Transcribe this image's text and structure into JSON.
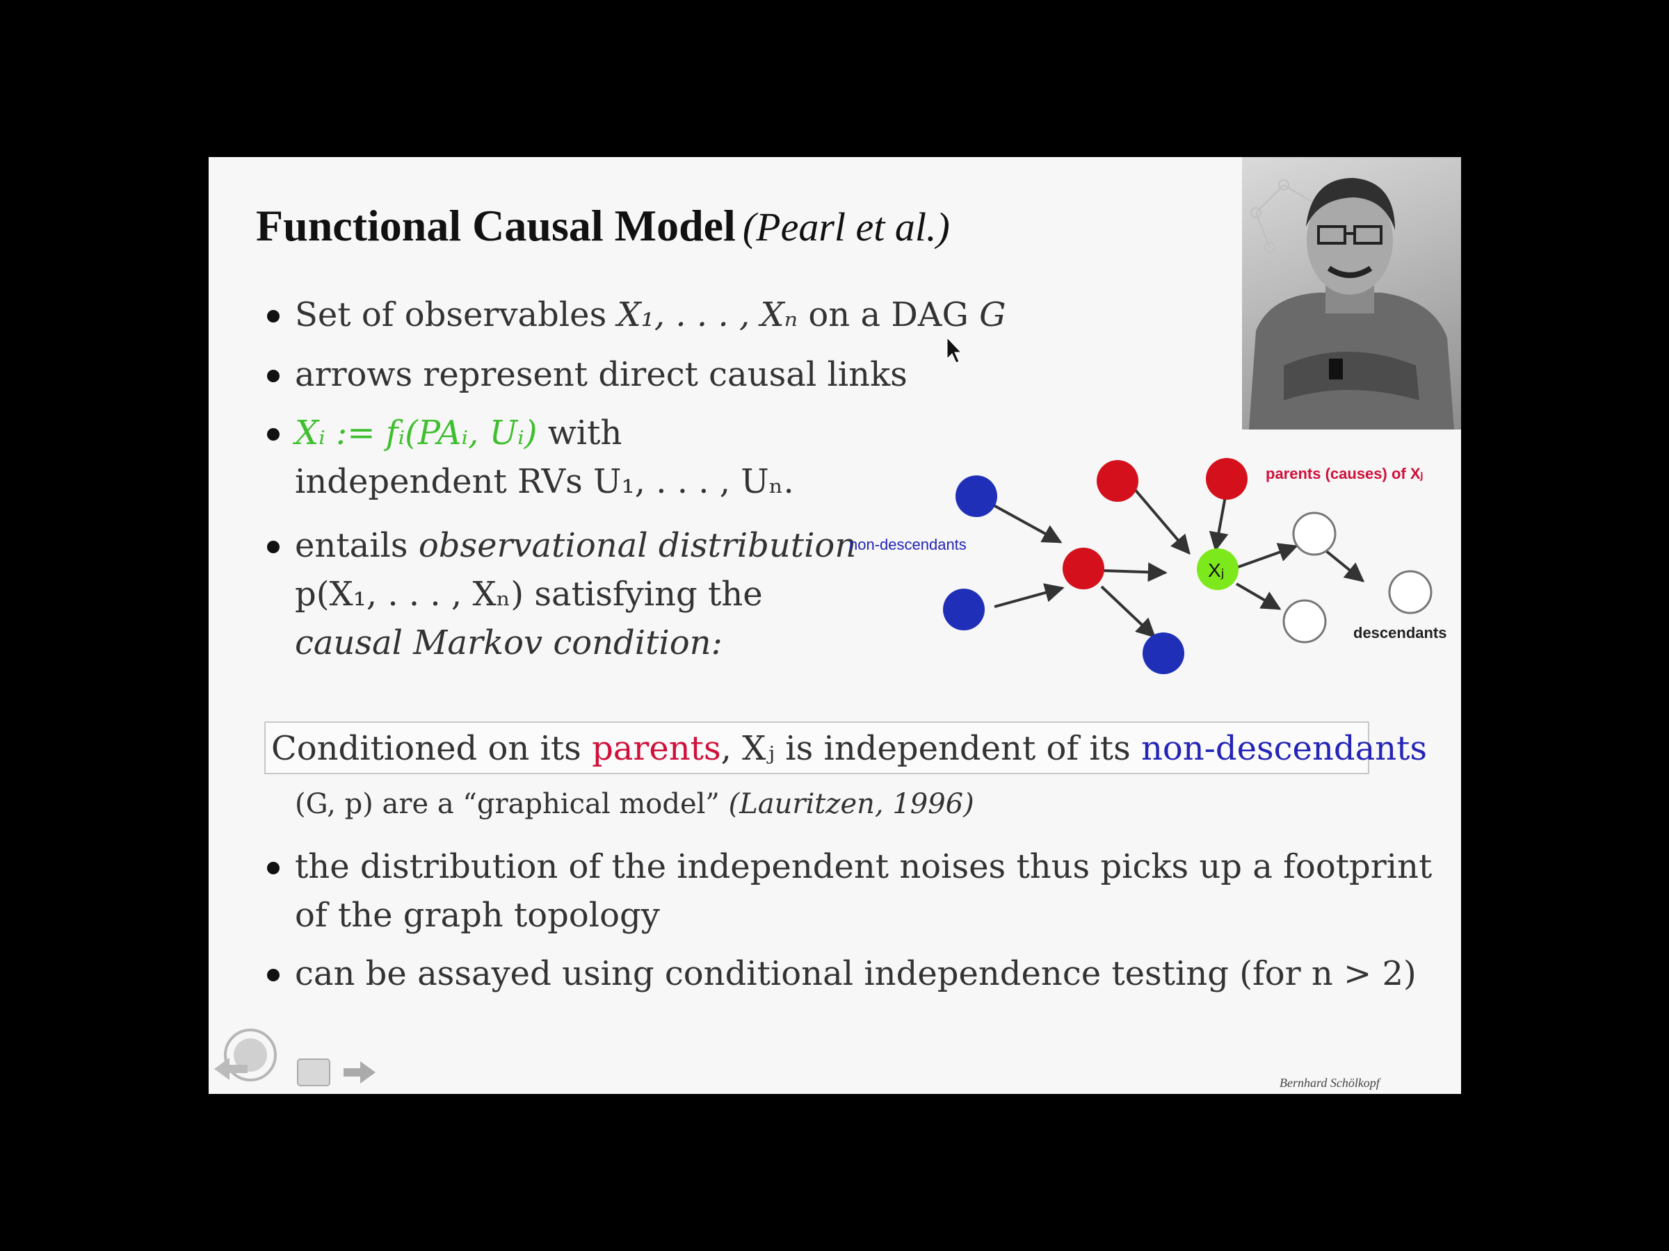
{
  "slide": {
    "title": "Functional Causal Model",
    "title_cite": "(Pearl et al.)",
    "bullets": {
      "b1": {
        "pre": "Set of observables ",
        "math": "X₁, . . . , Xₙ",
        "post": " on a DAG ",
        "g": "G"
      },
      "b2": "arrows represent direct causal links",
      "b3": {
        "eq": "Xᵢ := fᵢ(PAᵢ, Uᵢ)",
        "post": " with",
        "line2": "independent RVs U₁, . . . , Uₙ."
      },
      "b4": {
        "pre": "entails ",
        "italic": "observational distribution",
        "line2": "p(X₁, . . . , Xₙ) satisfying the",
        "line3": "causal Markov condition:"
      },
      "b5": {
        "line1": "the distribution of the independent noises thus picks up a footprint",
        "line2": "of the graph topology"
      },
      "b6": "can be assayed using conditional independence testing (for n > 2)"
    },
    "box": {
      "pre": "Conditioned on its ",
      "parents": "parents",
      "mid": ", Xⱼ is independent of its ",
      "nondesc": "non-descendants"
    },
    "graphical_note": {
      "text": "(G, p) are a “graphical model”",
      "cite": "(Lauritzen, 1996)"
    },
    "diagram": {
      "label_parents": "parents (causes) of Xⱼ",
      "label_nondesc": "non-descendants",
      "label_desc": "descendants",
      "node_label": "Xⱼ",
      "colors": {
        "parent": "#d4101c",
        "nondesc": "#1f2fb8",
        "target": "#7de81c",
        "desc": "#ffffff",
        "label_red": "#d0103a",
        "label_blue": "#2424b8"
      }
    },
    "footer": "Bernhard Schölkopf",
    "nav_icons": [
      "logo-icon",
      "arrow-left-icon",
      "menu-icon",
      "arrow-right-icon"
    ]
  }
}
